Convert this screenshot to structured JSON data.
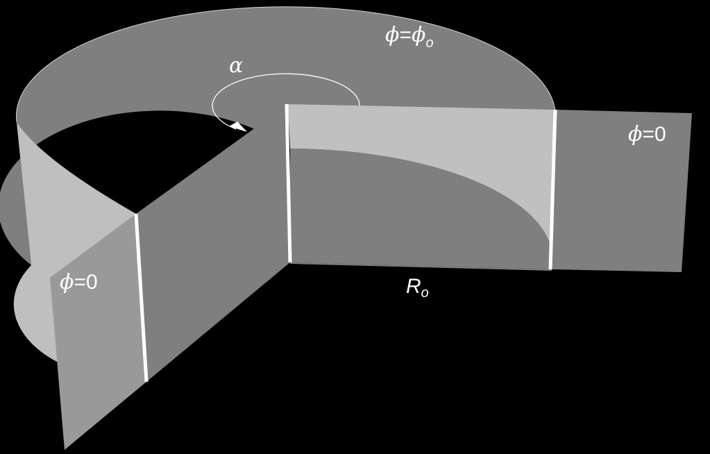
{
  "diagram": {
    "labels": {
      "phi_outer": {
        "symbol": "ϕ",
        "eq": "=",
        "sym2": "ϕ",
        "sub": "o"
      },
      "alpha": {
        "symbol": "α"
      },
      "phi_zero_right": {
        "symbol": "ϕ",
        "text": "=0"
      },
      "phi_zero_left": {
        "symbol": "ϕ",
        "text": "=0"
      },
      "radius": {
        "symbol": "R",
        "sub": "o"
      }
    },
    "colors": {
      "background": "#000000",
      "dark_surface": "#7f7f7f",
      "light_surface": "#c0c0c0",
      "edge": "#ffffff"
    }
  }
}
